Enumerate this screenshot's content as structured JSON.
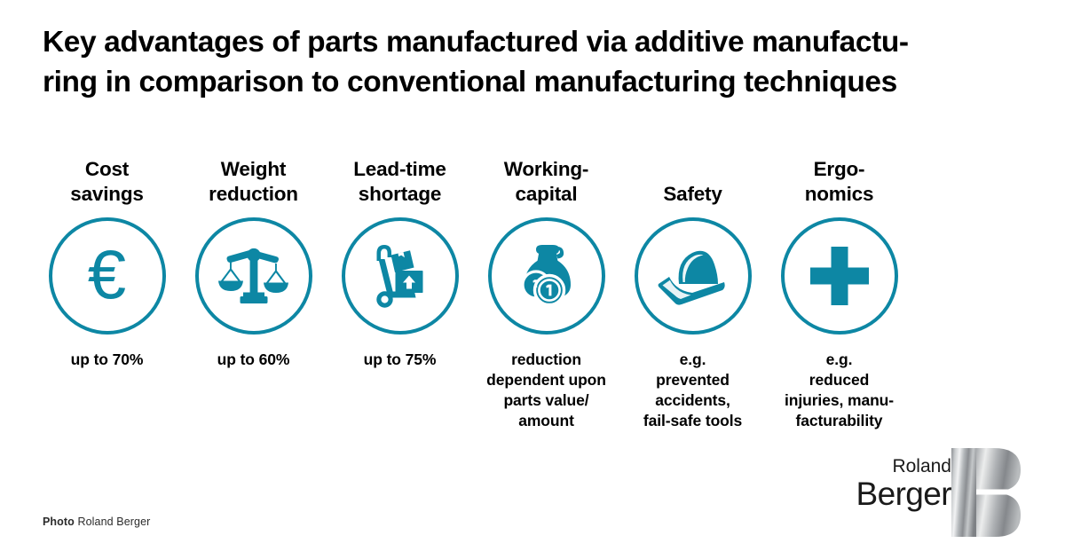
{
  "title": {
    "line1": "Key advantages of parts manufactured via additive manufactu-",
    "line2": "ring in comparison to conventional manufacturing techniques"
  },
  "accent_color": "#0d87a4",
  "text_color": "#000000",
  "background_color": "#ffffff",
  "columns": [
    {
      "id": "cost-savings",
      "header_line1": "Cost",
      "header_line2": "savings",
      "icon": "euro-icon",
      "icon_glyph": "€",
      "caption_line1": "up to 70%",
      "caption_line2": "",
      "caption_line3": "",
      "caption_line4": ""
    },
    {
      "id": "weight-reduction",
      "header_line1": "Weight",
      "header_line2": "reduction",
      "icon": "balance-scale-icon",
      "caption_line1": "up to 60%",
      "caption_line2": "",
      "caption_line3": "",
      "caption_line4": ""
    },
    {
      "id": "lead-time-shortage",
      "header_line1": "Lead-time",
      "header_line2": "shortage",
      "icon": "hand-truck-icon",
      "caption_line1": "up to 75%",
      "caption_line2": "",
      "caption_line3": "",
      "caption_line4": ""
    },
    {
      "id": "working-capital",
      "header_line1": "Working-",
      "header_line2": "capital",
      "icon": "money-bag-icon",
      "caption_line1": "reduction",
      "caption_line2": "dependent upon",
      "caption_line3": "parts value/",
      "caption_line4": "amount"
    },
    {
      "id": "safety",
      "header_line1": "",
      "header_line2": "Safety",
      "icon": "hard-hat-icon",
      "caption_line1": "e.g.",
      "caption_line2": "prevented",
      "caption_line3": "accidents,",
      "caption_line4": "fail-safe tools"
    },
    {
      "id": "ergonomics",
      "header_line1": "Ergo-",
      "header_line2": "nomics",
      "icon": "plus-cross-icon",
      "caption_line1": "e.g.",
      "caption_line2": "reduced",
      "caption_line3": "injuries, manu-",
      "caption_line4": "facturability"
    }
  ],
  "photo_credit": {
    "label": "Photo",
    "source": "Roland Berger"
  },
  "logo": {
    "line1": "Roland",
    "line2": "Berger",
    "mark": "B"
  }
}
